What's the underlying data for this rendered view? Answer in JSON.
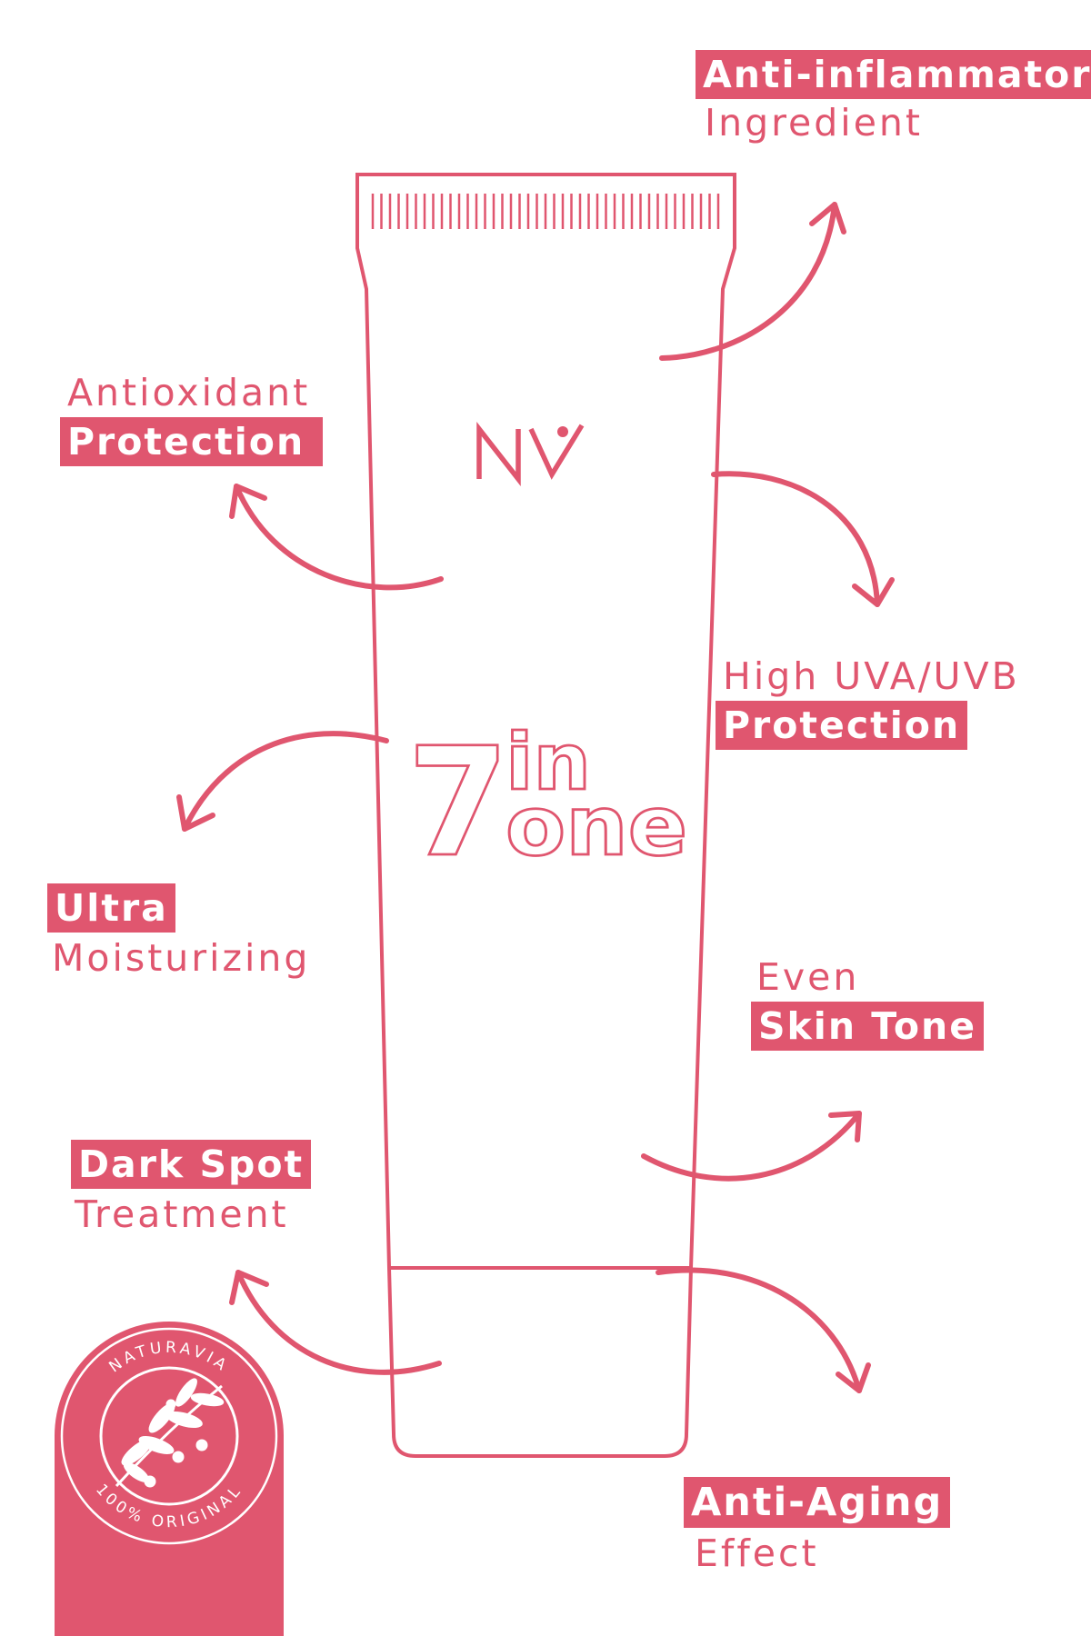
{
  "brand": {
    "logo_text": "NV",
    "product_badge_line1": "7",
    "product_badge_line2": "in",
    "product_badge_line3": "one"
  },
  "seal": {
    "top_text": "NATURAVIA",
    "bottom_text": "100% ORIGINAL"
  },
  "features": {
    "anti_inflammatory": {
      "highlight": "Anti-inflammatory",
      "text": "Ingredient"
    },
    "antioxidant": {
      "text": "Antioxidant",
      "highlight": "Protection"
    },
    "uv_protection": {
      "text": "High UVA/UVB",
      "highlight": "Protection"
    },
    "moisturizing": {
      "highlight": "Ultra",
      "text": "Moisturizing"
    },
    "skin_tone": {
      "text": "Even",
      "highlight": "Skin Tone"
    },
    "dark_spot": {
      "highlight": "Dark Spot",
      "text": "Treatment"
    },
    "anti_aging": {
      "highlight": "Anti-Aging",
      "text": "Effect"
    }
  },
  "colors": {
    "accent": "#e0566f",
    "background": "#ffffff"
  },
  "icons": [
    "arrow-icon",
    "leaf-branch-icon",
    "tube-outline-icon"
  ]
}
